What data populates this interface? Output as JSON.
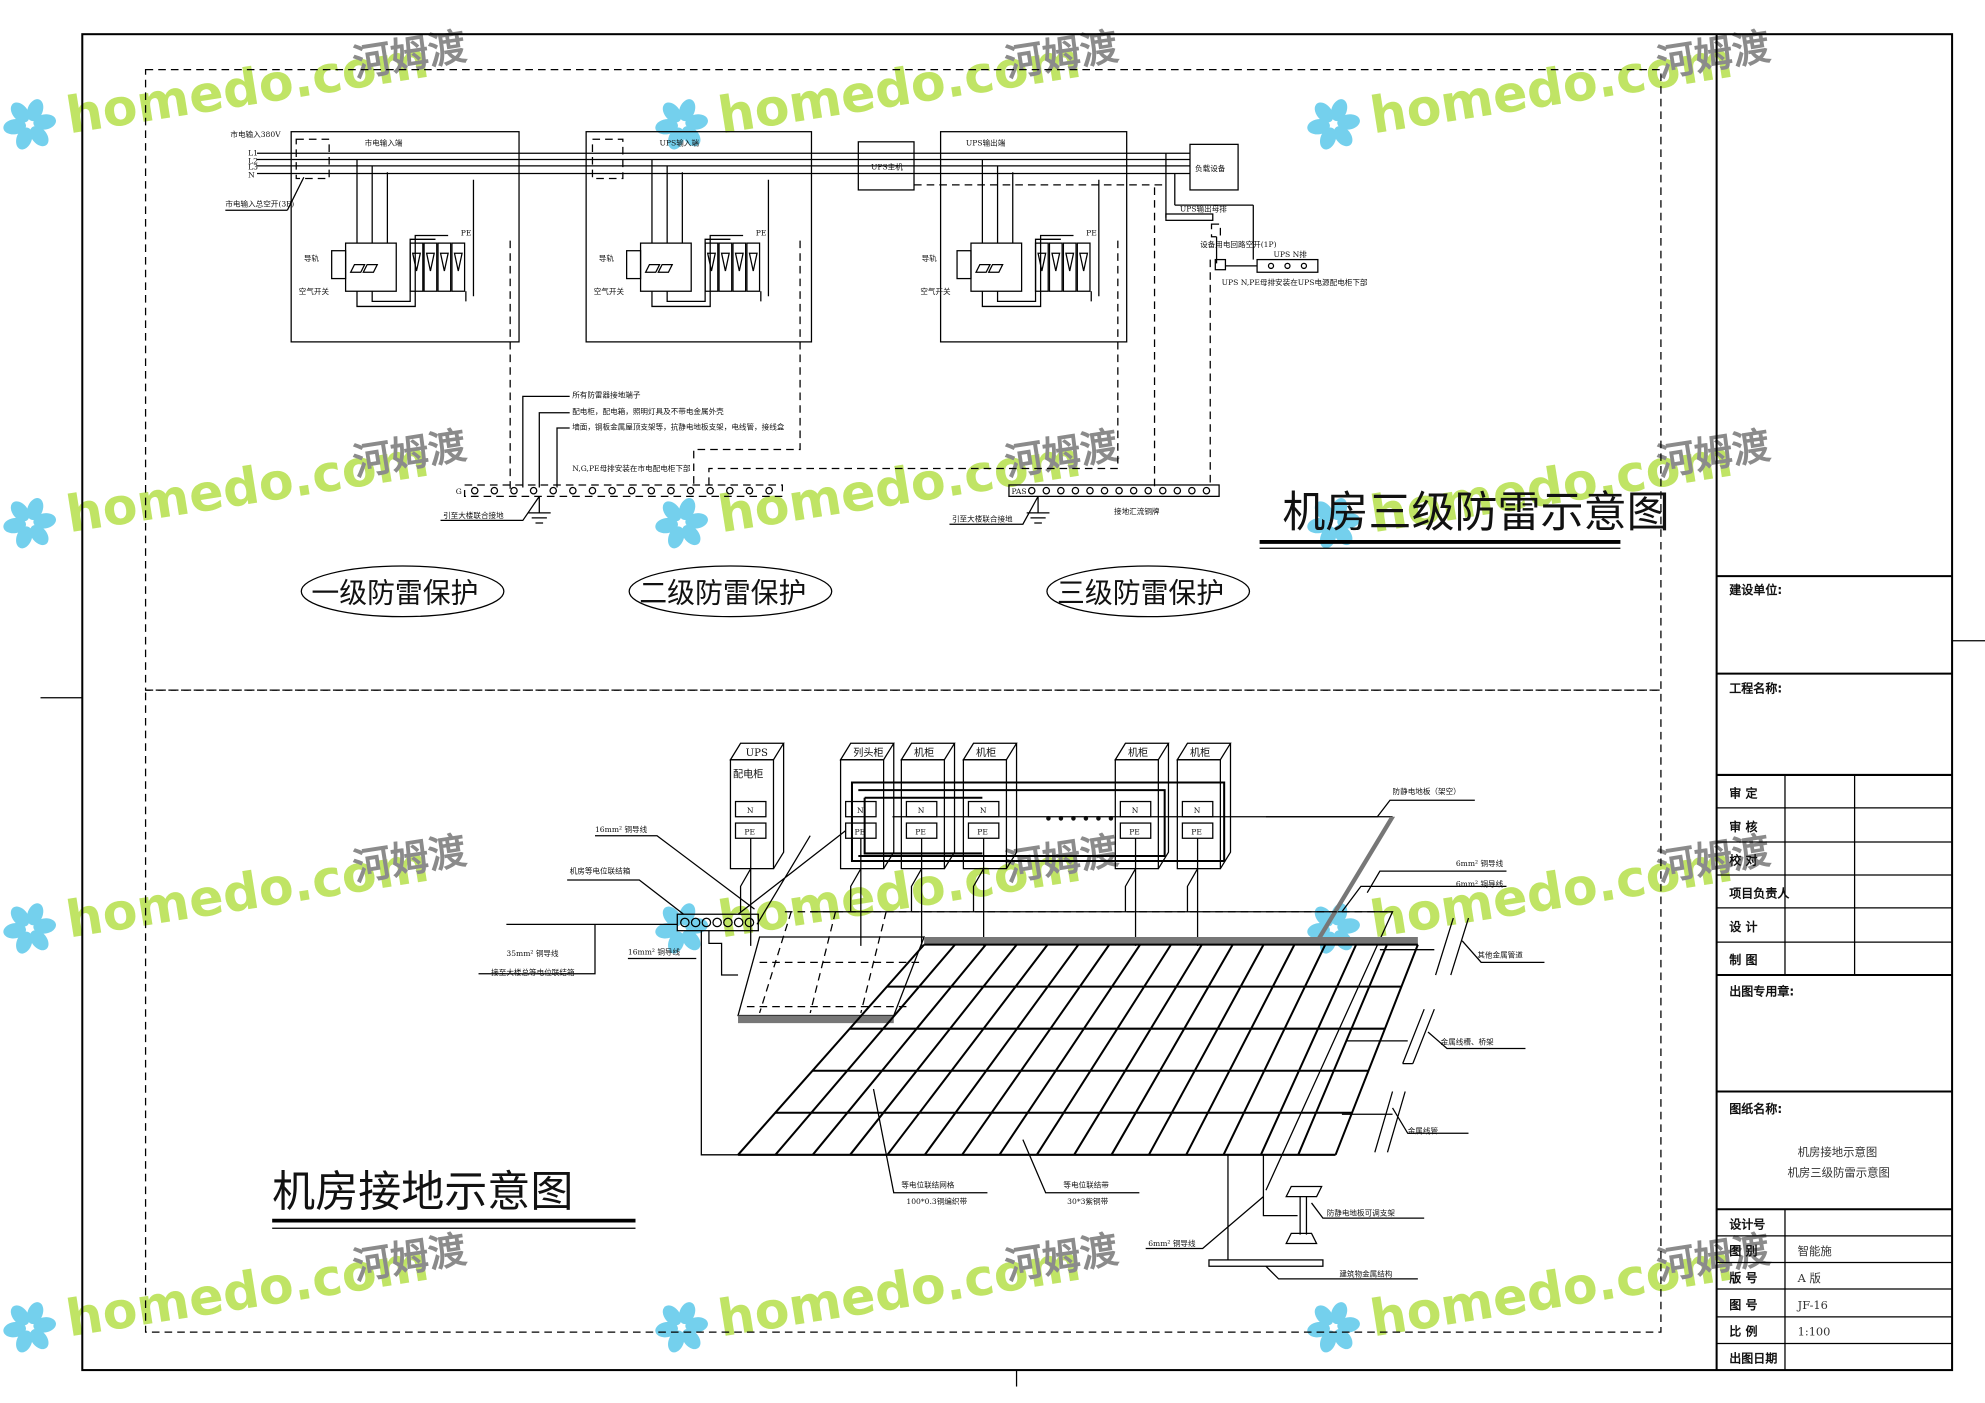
{
  "drawing": {
    "upper": {
      "title": "机房三级防雷示意图",
      "mains_input": "市电输入380V",
      "phases": [
        "L1",
        "L2",
        "L3",
        "N"
      ],
      "main_breaker": "市电输入总空开(3P)",
      "panels": [
        {
          "name": "市电输入端",
          "rail": "导轨",
          "breaker": "空气开关",
          "pe": "PE"
        },
        {
          "name": "UPS输入端",
          "rail": "导轨",
          "breaker": "空气开关",
          "pe": "PE"
        },
        {
          "name": "UPS输出端",
          "rail": "导轨",
          "breaker": "空气开关",
          "pe": "PE"
        }
      ],
      "ups_host": "UPS主机",
      "load": "负载设备",
      "ups_out_bus": "UPS输出母排",
      "device_breaker": "设备用电回路空开(1P)",
      "ups_n_bus": "UPS N排",
      "ups_bus_note": "UPS N,PE母排安装在UPS电源配电柜下部",
      "notes": [
        "所有防雷器接地端子",
        "配电柜，配电箱，照明灯具及不带电金属外壳",
        "墙面，钢板金属屋顶支架等，抗静电地板支架，电线管，接线盒",
        "N,G,PE母排安装在市电配电柜下部"
      ],
      "g_bar": "G",
      "pas_bar": "PAS",
      "to_building_ground_1": "引至大楼联合接地",
      "to_building_ground_2": "引至大楼联合接地",
      "copper_bar": "接地汇流铜牌",
      "levels": [
        "一级防雷保护",
        "二级防雷保护",
        "三级防雷保护"
      ]
    },
    "lower": {
      "title": "机房接地示意图",
      "cabinets": [
        {
          "label": "UPS",
          "sub": "配电柜"
        },
        {
          "label": "列头柜",
          "sub": ""
        },
        {
          "label": "机柜",
          "sub": ""
        },
        {
          "label": "机柜",
          "sub": ""
        },
        {
          "label": "机柜",
          "sub": ""
        },
        {
          "label": "机柜",
          "sub": ""
        }
      ],
      "n_label": "N",
      "pe_label": "PE",
      "wire_16_a": "16mm² 铜导线",
      "bonding_box": "机房等电位联结箱",
      "wire_35": "35mm² 铜导线",
      "to_main_box": "接至大楼总等电位联结箱",
      "wire_16_b": "16mm² 铜导线",
      "raised_floor": "防静电地板（架空）",
      "wire_6_a": "6mm² 铜导线",
      "wire_6_b": "6mm² 铜导线",
      "other_pipes": "其他金属管道",
      "cable_tray": "金属线槽、桥架",
      "conduit": "金属线管",
      "grid_label": "等电位联结网格",
      "grid_spec": "100*0.3铜编织带",
      "strip_label": "等电位联结带",
      "strip_spec": "30*3紫铜带",
      "floor_support": "防静电地板可调支架",
      "wire_6_c": "6mm² 铜导线",
      "building_steel": "建筑物金属结构"
    }
  },
  "title_block": {
    "client": "建设单位:",
    "project": "工程名称:",
    "sign_rows": [
      "审  定",
      "审  核",
      "校  对",
      "项目负责人",
      "设  计",
      "制  图"
    ],
    "stamp": "出图专用章:",
    "drawing_name_label": "图纸名称:",
    "drawing_names": [
      "机房接地示意图",
      "机房三级防雷示意图"
    ],
    "info_rows": [
      {
        "label": "设计号",
        "value": ""
      },
      {
        "label": "图  别",
        "value": "智能施"
      },
      {
        "label": "版  号",
        "value": "A  版"
      },
      {
        "label": "图  号",
        "value": "JF-16"
      },
      {
        "label": "比  例",
        "value": "1:100"
      },
      {
        "label": "出图日期",
        "value": ""
      }
    ]
  },
  "watermark": {
    "en": "homedo.com",
    "cn": "河姆渡",
    "colors": {
      "home": "#b5e04a",
      "do": "#7cc45a",
      "com": "#4fc7e6",
      "petal": "#5bc8ea"
    }
  }
}
